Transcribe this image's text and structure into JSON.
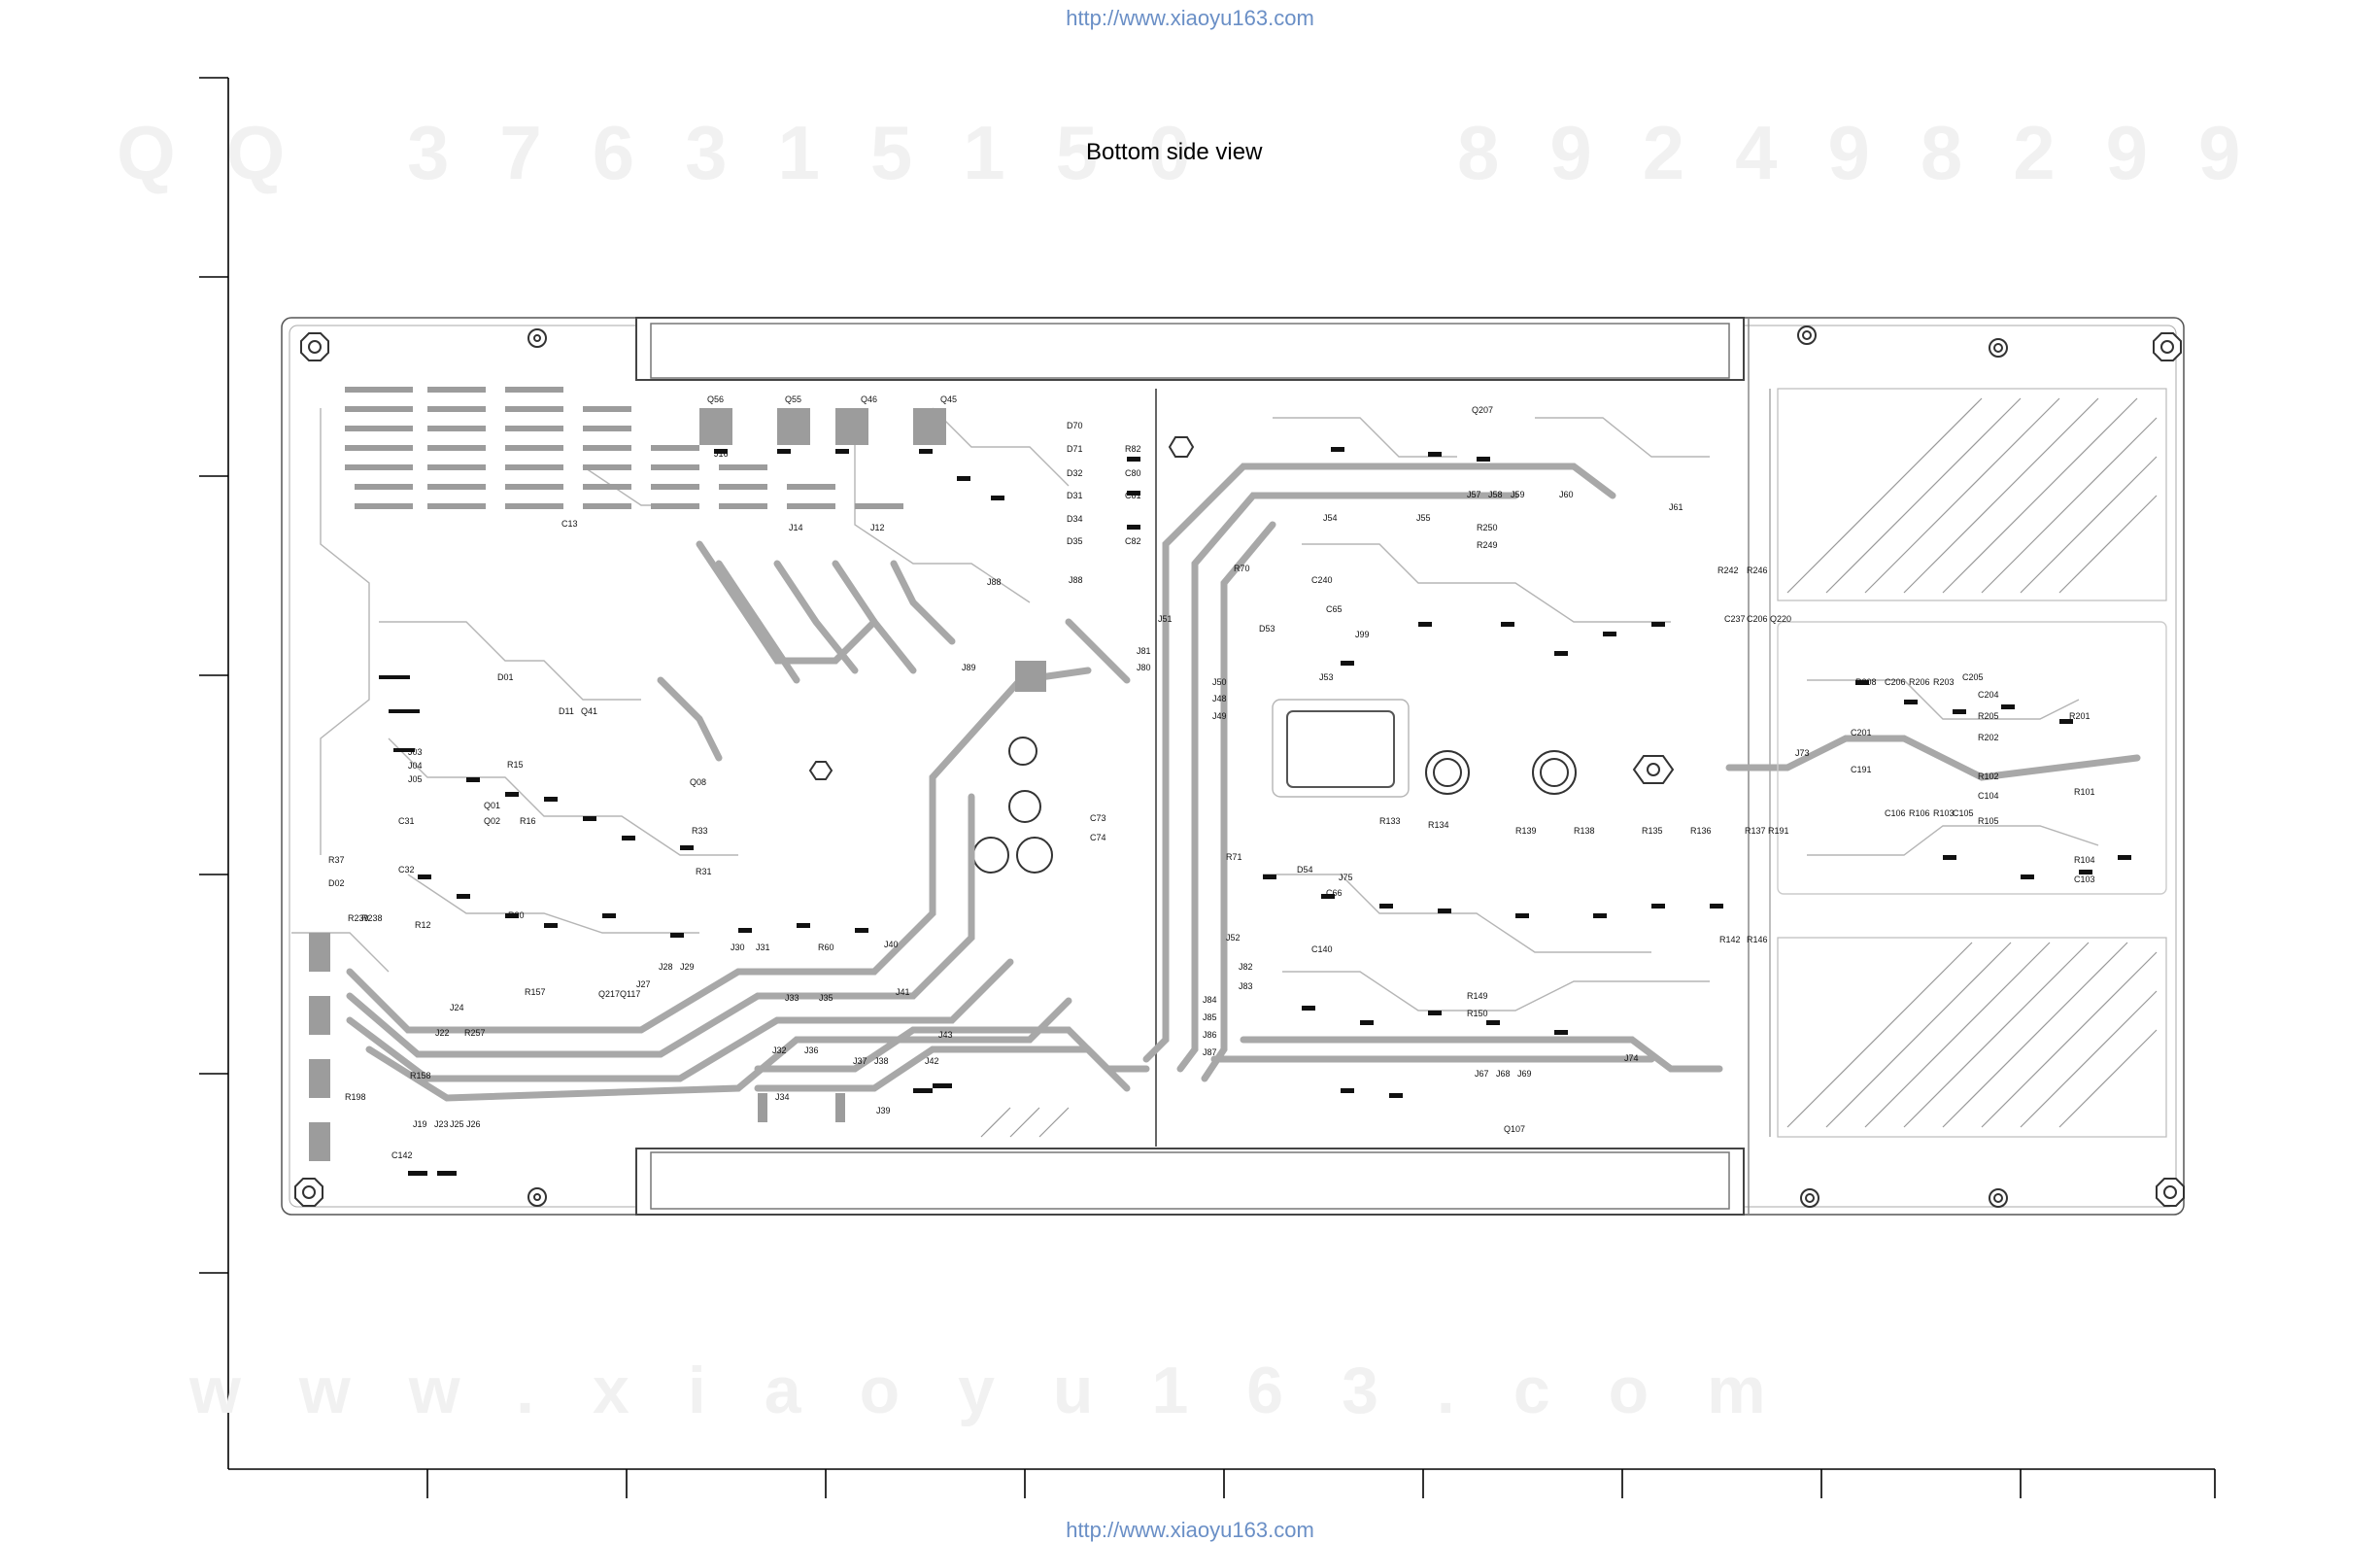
{
  "header": {
    "url_top": "http://www.xiaoyu163.com"
  },
  "footer": {
    "url_bottom": "http://www.xiaoyu163.com"
  },
  "title": {
    "text": "Bottom side view"
  },
  "watermarks": {
    "qq": "QQ 376315150",
    "number": "892498299",
    "site": "www.xiaoyu163.com"
  },
  "labels": {
    "q56": "Q56",
    "q55": "Q55",
    "q46": "Q46",
    "q45": "Q45",
    "j16": "J16",
    "j14": "J14",
    "j12": "J12",
    "c13": "C13",
    "d70": "D70",
    "d71": "D71",
    "d32": "D32",
    "d31": "D31",
    "d34": "D34",
    "d35": "D35",
    "r82": "R82",
    "c80": "C80",
    "c81": "C81",
    "c82": "C82",
    "j88": "J88",
    "j51": "J51",
    "j81": "J81",
    "j80": "J80",
    "j89": "J89",
    "q207": "Q207",
    "j54": "J54",
    "j55": "J55",
    "j57": "J57",
    "j58": "J58",
    "j59": "J59",
    "j60": "J60",
    "j61": "J61",
    "r70": "R70",
    "c240": "C240",
    "c65": "C65",
    "j99": "J99",
    "r250": "R250",
    "r249": "R249",
    "d53": "D53",
    "j53": "J53",
    "j50": "J50",
    "j48": "J48",
    "j49": "J49",
    "r242": "R242",
    "r246": "R246",
    "c237": "C237",
    "c206": "C206",
    "q220": "Q220",
    "j03": "J03",
    "j04": "J04",
    "j05": "J05",
    "c31": "C31",
    "c32": "C32",
    "d01": "D01",
    "r37": "R37",
    "d02": "D02",
    "r239": "R239",
    "r238": "R238",
    "r12": "R12",
    "r20": "R20",
    "q01": "Q01",
    "q02": "Q02",
    "r15": "R15",
    "r16": "R16",
    "d11": "D11",
    "q41": "Q41",
    "q08": "Q08",
    "r33": "R33",
    "r31": "R31",
    "r60": "R60",
    "j30": "J30",
    "j31": "J31",
    "j40": "J40",
    "c73": "C73",
    "c74": "C74",
    "r71": "R71",
    "d54": "D54",
    "j75": "J75",
    "c66": "C66",
    "j73": "J73",
    "r208": "R208",
    "c206b": "C206",
    "r206": "R206",
    "r203": "R203",
    "c205": "C205",
    "c204": "C204",
    "r205": "R205",
    "r202": "R202",
    "r201": "R201",
    "c201": "C201",
    "c191": "C191",
    "r102": "R102",
    "c104": "C104",
    "r101": "R101",
    "r105": "R105",
    "r104": "R104",
    "c103": "C103",
    "c106": "C106",
    "r106": "R106",
    "r103": "R103",
    "c105": "C105",
    "r133": "R133",
    "r134": "R134",
    "r139": "R139",
    "r138": "R138",
    "r135": "R135",
    "r136": "R136",
    "r137": "R137",
    "r191": "R191",
    "j52": "J52",
    "j82": "J82",
    "j83": "J83",
    "j84": "J84",
    "j85": "J85",
    "j86": "J86",
    "j87": "J87",
    "c140": "C140",
    "r149": "R149",
    "r150": "R150",
    "r142": "R142",
    "r146": "R146",
    "j74": "J74",
    "j67": "J67",
    "j68": "J68",
    "j69": "J69",
    "q107": "Q107",
    "j22": "J22",
    "r257": "R257",
    "j24": "J24",
    "r157": "R157",
    "q217": "Q217",
    "q117": "Q117",
    "j27": "J27",
    "j28": "J28",
    "j29": "J29",
    "j33": "J33",
    "j35": "J35",
    "j41": "J41",
    "j43": "J43",
    "j32": "J32",
    "j36": "J36",
    "j37": "J37",
    "j38": "J38",
    "j42": "J42",
    "j34": "J34",
    "j39": "J39",
    "r158": "R158",
    "r198": "R198",
    "c142": "C142",
    "j19": "J19",
    "j23": "J23",
    "j25": "J25",
    "j26": "J26"
  }
}
